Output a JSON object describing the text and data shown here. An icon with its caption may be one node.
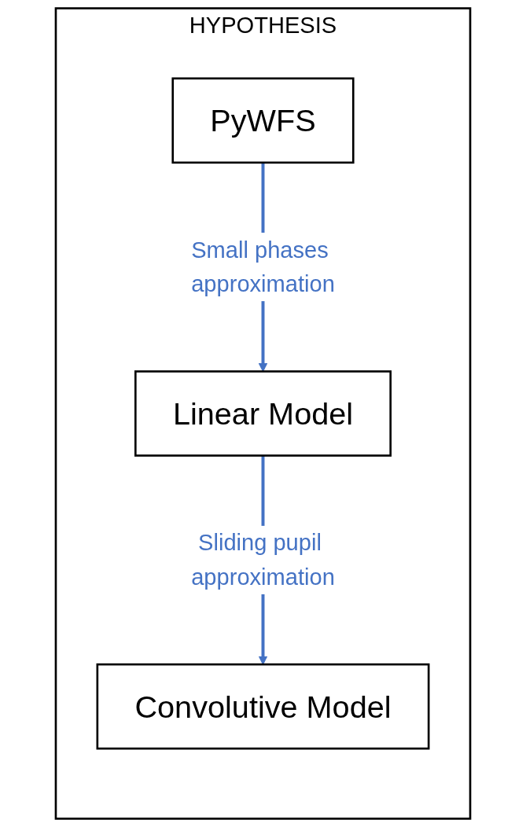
{
  "diagram": {
    "nodes": [
      {
        "text": [
          "HYPOTHESIS"
        ]
      },
      {
        "text": [
          "PyWFS"
        ],
        "in": 0
      },
      {
        "text": [
          "Linear Model"
        ],
        "in": 0
      },
      {
        "text": [
          "Convolutive Model"
        ],
        "in": 0
      }
    ],
    "edges": [
      {
        "from": 1,
        "to": 2,
        "arrow": "to",
        "label": "Small phases approximation"
      },
      {
        "from": 2,
        "to": 3,
        "arrow": "to",
        "label": "Sliding pupil approximation"
      }
    ]
  }
}
